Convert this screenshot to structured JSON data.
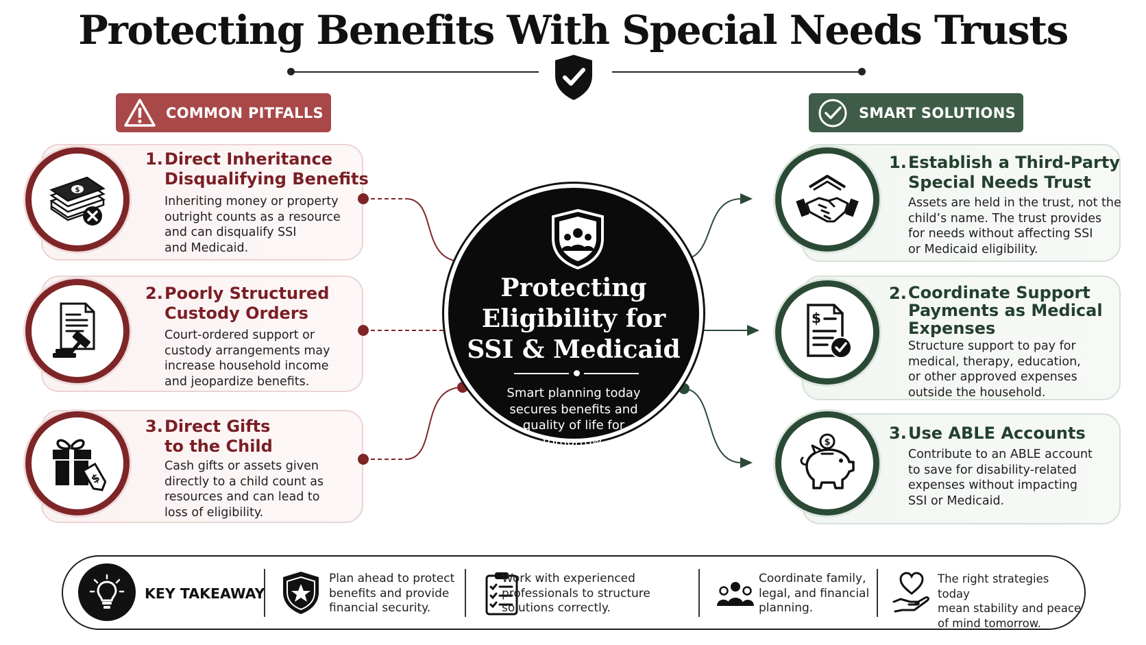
{
  "title": "Protecting Benefits With Special Needs Trusts",
  "pitfalls": {
    "header": "COMMON PITFALLS",
    "items": [
      {
        "num": "1.",
        "title": "Direct Inheritance\nDisqualifying Benefits",
        "desc": "Inheriting money or property\noutright counts as a resource\nand can disqualify SSI\nand Medicaid.",
        "icon": "money-stack-x-icon"
      },
      {
        "num": "2.",
        "title": "Poorly Structured\nCustody Orders",
        "desc": "Court-ordered support or\ncustody arrangements may\nincrease household income\nand jeopardize benefits.",
        "icon": "document-gavel-icon"
      },
      {
        "num": "3.",
        "title": "Direct Gifts\nto the Child",
        "desc": "Cash gifts or assets given\ndirectly to a child count as\nresources and can lead to\nloss of eligibility.",
        "icon": "gift-price-tag-icon"
      }
    ]
  },
  "solutions": {
    "header": "SMART SOLUTIONS",
    "items": [
      {
        "num": "1.",
        "title": "Establish a Third-Party\nSpecial Needs Trust",
        "desc": "Assets are held in the trust, not the\nchild’s name. The trust provides\nfor needs without affecting SSI\nor Medicaid eligibility.",
        "icon": "handshake-roof-icon"
      },
      {
        "num": "2.",
        "title": "Coordinate Support\nPayments as Medical\nExpenses",
        "desc": "Structure support to pay for\nmedical, therapy, education,\nor other approved expenses\noutside the household.",
        "icon": "invoice-check-icon"
      },
      {
        "num": "3.",
        "title": "Use ABLE Accounts",
        "desc": "Contribute to an ABLE account\nto save for disability-related\nexpenses without impacting\nSSI or Medicaid.",
        "icon": "piggy-bank-icon"
      }
    ]
  },
  "center": {
    "title": "Protecting\nEligibility for\nSSI & Medicaid",
    "subtitle": "Smart planning today\nsecures benefits and\nquality of life for\ntomorrow."
  },
  "takeaway": {
    "label": "KEY TAKEAWAY",
    "points": [
      {
        "text": "Plan ahead to protect\nbenefits and provide\nfinancial security.",
        "icon": "shield-star-icon"
      },
      {
        "text": "Work with experienced\nprofessionals to structure\nsolutions correctly.",
        "icon": "clipboard-checklist-icon"
      },
      {
        "text": "Coordinate family,\nlegal, and financial\nplanning.",
        "icon": "people-group-icon"
      },
      {
        "text": "The right strategies today\nmean stability and peace\nof mind tomorrow.",
        "icon": "heart-hand-icon"
      }
    ]
  },
  "colors": {
    "pitfall": "#a94849",
    "pitfall_dark": "#7e2528",
    "solution": "#3e5c48",
    "solution_dark": "#2b4a36",
    "center": "#0b0b0b"
  }
}
